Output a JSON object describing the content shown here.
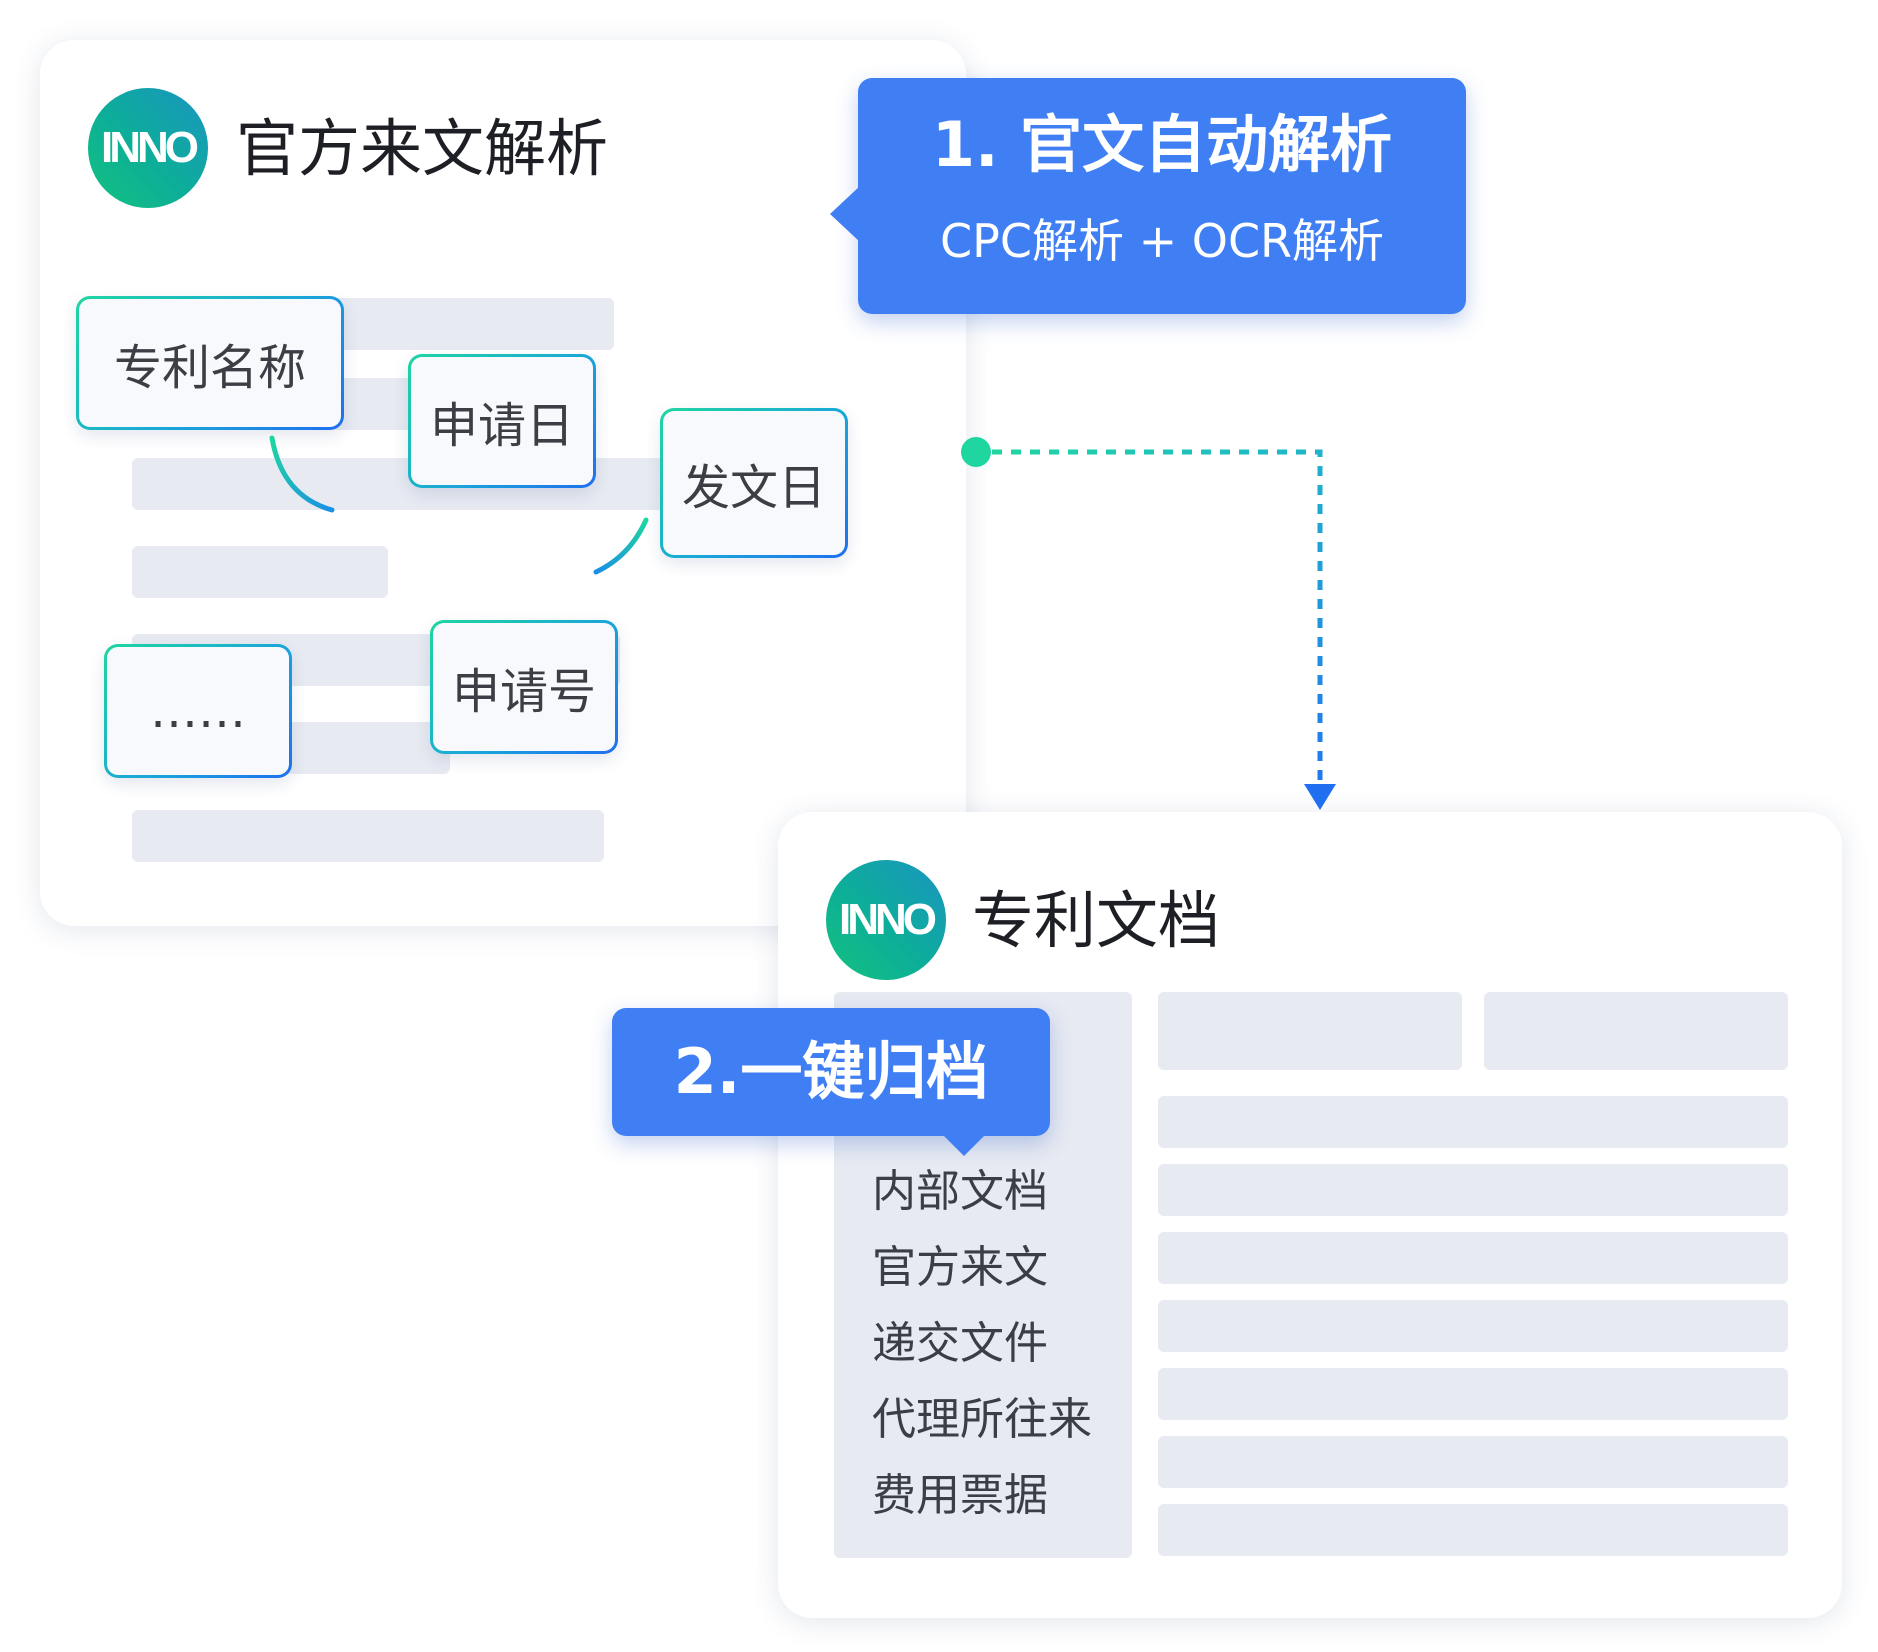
{
  "official_card": {
    "logo_text": "INNO",
    "title": "官方来文解析",
    "fields": [
      "专利名称",
      "申请日",
      "发文日",
      "申请号",
      "……"
    ]
  },
  "callout_1": {
    "title": "1. 官文自动解析",
    "subtitle": "CPC解析 + OCR解析"
  },
  "patent_card": {
    "logo_text": "INNO",
    "title": "专利文档",
    "sidebar_items": [
      "内部文档",
      "官方来文",
      "递交文件",
      "代理所往来",
      "费用票据"
    ]
  },
  "callout_2": {
    "label": "2.一键归档"
  },
  "colors": {
    "accent_blue": "#3f7ef3",
    "accent_teal": "#1fd6a0",
    "placeholder_bar": "#e7eaf1"
  }
}
